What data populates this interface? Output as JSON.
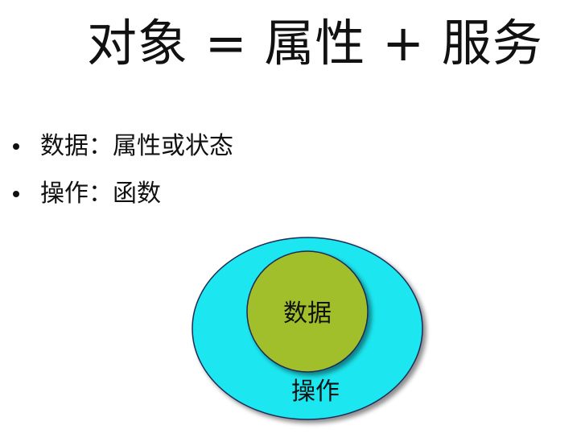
{
  "title": "对象 = 属性 + 服务",
  "bullets": [
    {
      "text": "数据：属性或状态"
    },
    {
      "text": "操作：函数"
    }
  ],
  "diagram": {
    "inner_label": "数据",
    "outer_label": "操作",
    "inner_color": "#a0bf2a",
    "outer_color": "#1de6ef",
    "stroke_color": "#1e2a55"
  }
}
